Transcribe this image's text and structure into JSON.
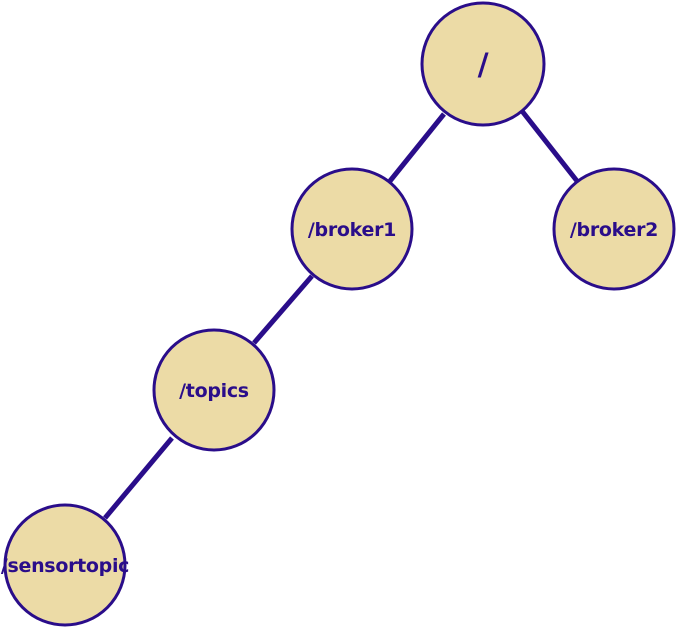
{
  "colors": {
    "node_fill": "#ecdba6",
    "node_stroke": "#2a0d8a",
    "edge": "#2a0d8a",
    "label": "#2a0d8a"
  },
  "tree": {
    "nodes": {
      "root": {
        "label": "/"
      },
      "broker1": {
        "label": "/broker1"
      },
      "broker2": {
        "label": "/broker2"
      },
      "topics": {
        "label": "/topics"
      },
      "sensortopic": {
        "label": "/sensortopic"
      }
    },
    "edges": [
      {
        "from": "root",
        "to": "broker1"
      },
      {
        "from": "root",
        "to": "broker2"
      },
      {
        "from": "broker1",
        "to": "topics"
      },
      {
        "from": "topics",
        "to": "sensortopic"
      }
    ]
  }
}
